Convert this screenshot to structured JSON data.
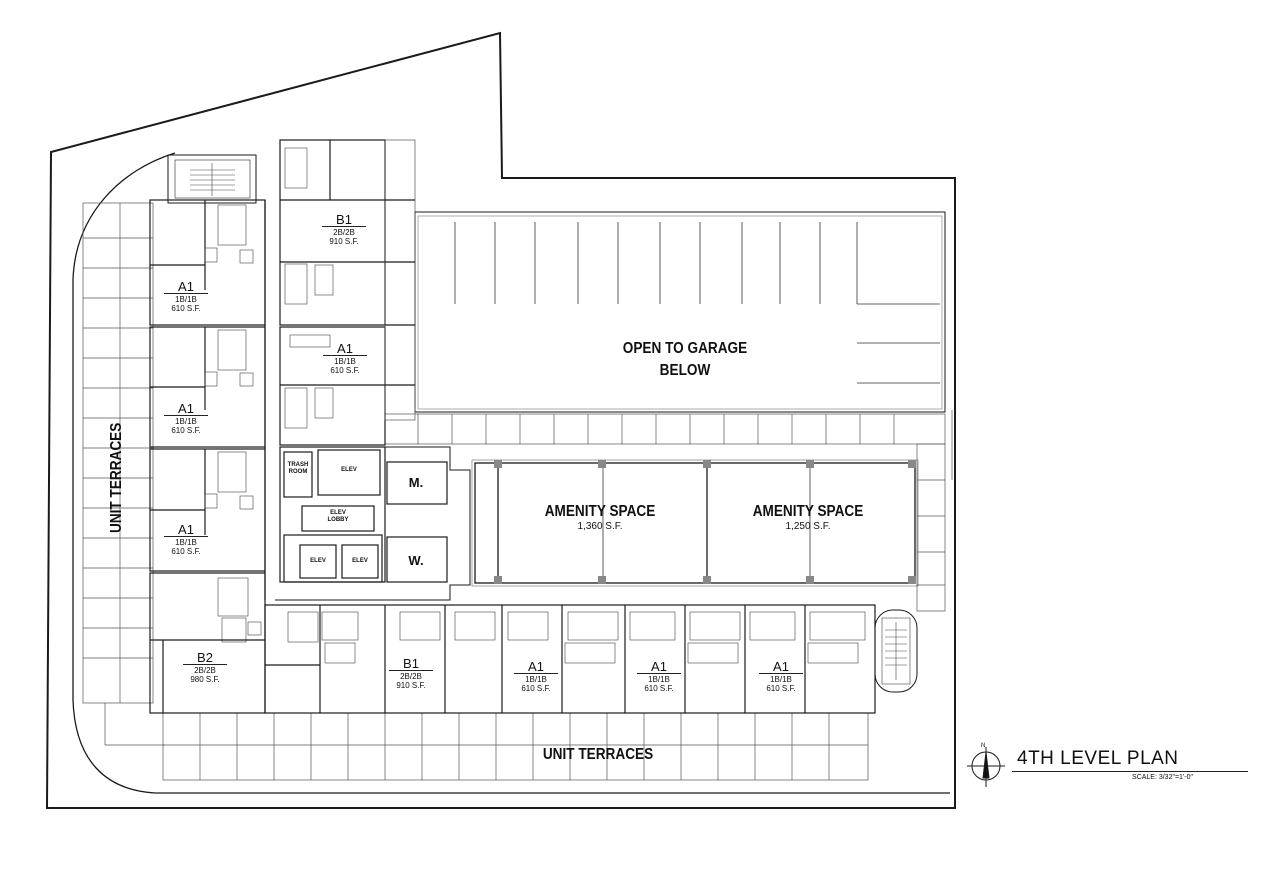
{
  "plan": {
    "title": "4TH LEVEL PLAN",
    "scale": "SCALE: 3/32\"=1'-0\"",
    "north_label": "N"
  },
  "units": [
    {
      "code": "B1",
      "type": "2B/2B",
      "area": "910 S.F."
    },
    {
      "code": "A1",
      "type": "1B/1B",
      "area": "610 S.F."
    },
    {
      "code": "A1",
      "type": "1B/1B",
      "area": "610 S.F."
    },
    {
      "code": "A1",
      "type": "1B/1B",
      "area": "610 S.F."
    },
    {
      "code": "A1",
      "type": "1B/1B",
      "area": "610 S.F."
    },
    {
      "code": "B2",
      "type": "2B/2B",
      "area": "980 S.F."
    },
    {
      "code": "B1",
      "type": "2B/2B",
      "area": "910 S.F."
    },
    {
      "code": "A1",
      "type": "1B/1B",
      "area": "610 S.F."
    },
    {
      "code": "A1",
      "type": "1B/1B",
      "area": "610 S.F."
    },
    {
      "code": "A1",
      "type": "1B/1B",
      "area": "610 S.F."
    }
  ],
  "spaces": {
    "garage_line1": "OPEN TO GARAGE",
    "garage_line2": "BELOW",
    "amenity1_name": "AMENITY SPACE",
    "amenity1_area": "1,360 S.F.",
    "amenity2_name": "AMENITY SPACE",
    "amenity2_area": "1,250 S.F.",
    "terraces_west": "UNIT TERRACES",
    "terraces_south": "UNIT TERRACES",
    "men": "M.",
    "women": "W.",
    "trash_room_1": "TRASH",
    "trash_room_2": "ROOM",
    "elevator_top": "ELEV",
    "elevator_lobby_1": "ELEV",
    "elevator_lobby_2": "LOBBY",
    "elevator_a": "ELEV",
    "elevator_b": "ELEV"
  }
}
